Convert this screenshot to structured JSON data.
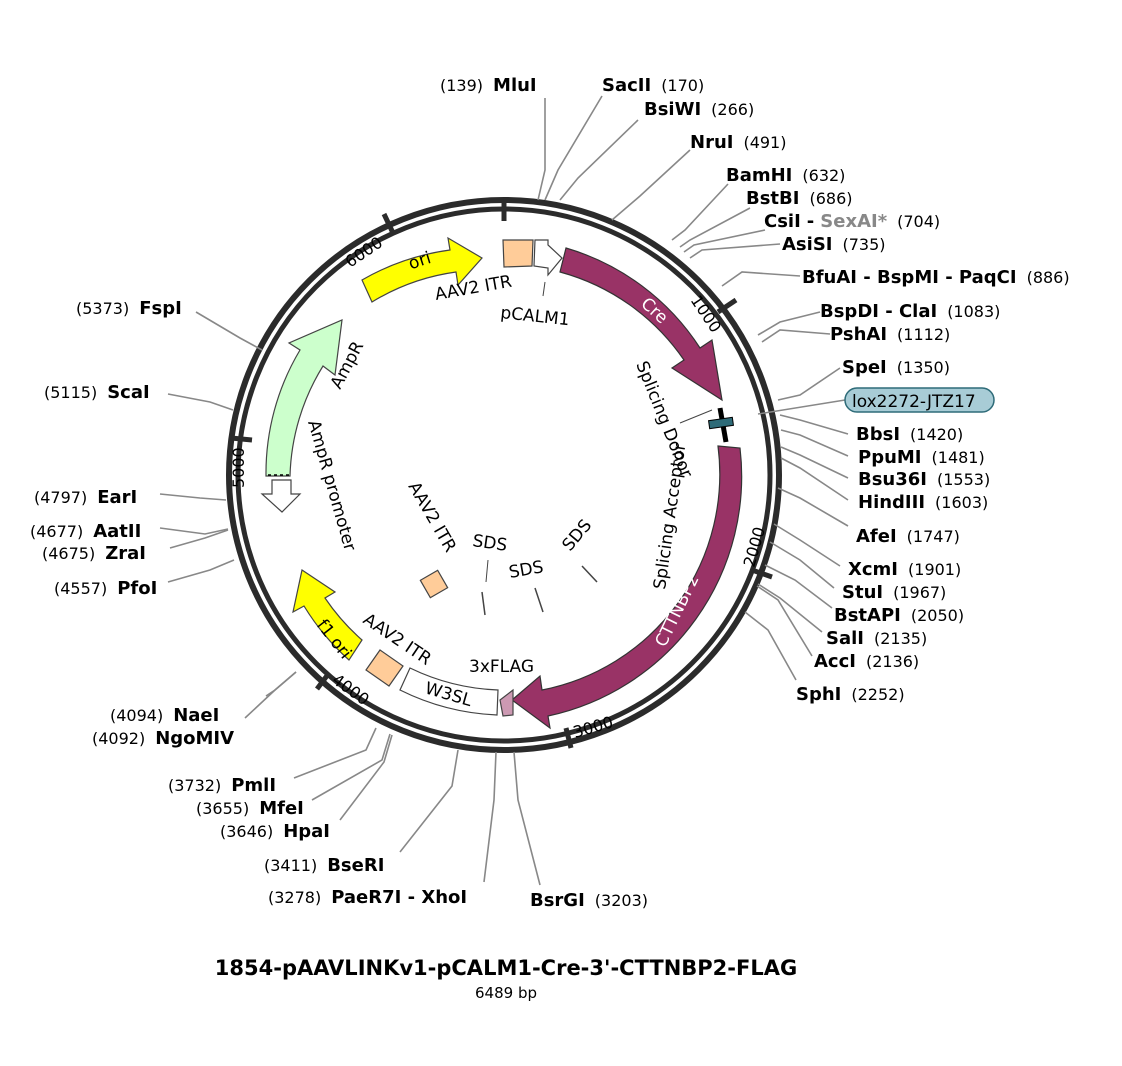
{
  "plasmid": {
    "name": "1854-pAAVLINKv1-pCALM1-Cre-3'-CTTNBP2-FLAG",
    "size_label": "6489 bp",
    "length": 6489
  },
  "ticks": [
    {
      "pos": 0,
      "label": ""
    },
    {
      "pos": 1000,
      "label": "1000"
    },
    {
      "pos": 2000,
      "label": "2000"
    },
    {
      "pos": 3000,
      "label": "3000"
    },
    {
      "pos": 4000,
      "label": "4000"
    },
    {
      "pos": 5000,
      "label": "5000"
    },
    {
      "pos": 6000,
      "label": "6000"
    }
  ],
  "features": [
    {
      "id": "ori",
      "label": "ori",
      "color": "#ffff00",
      "text_color": "#000000"
    },
    {
      "id": "aav2-itr-top",
      "label": "AAV2 ITR",
      "color": "#ffcc99"
    },
    {
      "id": "pcalm1",
      "label": "pCALM1",
      "color": "#ffffff"
    },
    {
      "id": "cre",
      "label": "Cre",
      "color": "#993366",
      "text_color": "#ffffff"
    },
    {
      "id": "lox2272",
      "label": "lox2272-JTZ17",
      "color": "#a8ccd6"
    },
    {
      "id": "splicing-donor",
      "label": "Splicing Donor"
    },
    {
      "id": "splicing-acceptor",
      "label": "Splicing Acceptor"
    },
    {
      "id": "cttnbp2",
      "label": "CTTNBP2",
      "color": "#993366",
      "text_color": "#ffffff"
    },
    {
      "id": "3xflag",
      "label": "3xFLAG",
      "color": "#cc99b2"
    },
    {
      "id": "w3sl",
      "label": "W3SL",
      "color": "#ffffff"
    },
    {
      "id": "aav2-itr-bottom",
      "label": "AAV2 ITR",
      "color": "#ffcc99"
    },
    {
      "id": "f1-ori",
      "label": "f1 ori",
      "color": "#ffff00"
    },
    {
      "id": "ampr-promoter",
      "label": "AmpR promoter",
      "color": "#ffffff"
    },
    {
      "id": "ampr",
      "label": "AmpR",
      "color": "#ccffcc"
    },
    {
      "id": "aav2-itr-inner",
      "label": "AAV2 ITR",
      "color": "#ffcc99"
    },
    {
      "id": "sds-1",
      "label": "SDS"
    },
    {
      "id": "sds-2",
      "label": "SDS"
    },
    {
      "id": "sds-3",
      "label": "SDS"
    }
  ],
  "sites": [
    {
      "name": "MluI",
      "pos": "(139)",
      "side": "left"
    },
    {
      "name": "SacII",
      "pos": "(170)",
      "side": "right"
    },
    {
      "name": "BsiWI",
      "pos": "(266)",
      "side": "right"
    },
    {
      "name": "NruI",
      "pos": "(491)",
      "side": "right"
    },
    {
      "name": "BamHI",
      "pos": "(632)",
      "side": "right"
    },
    {
      "name": "BstBI",
      "pos": "(686)",
      "side": "right"
    },
    {
      "name": "CsiI",
      "name2": "SexAI*",
      "pos": "(704)",
      "side": "right"
    },
    {
      "name": "AsiSI",
      "pos": "(735)",
      "side": "right"
    },
    {
      "name": "BfuAI - BspMI - PaqCI",
      "pos": "(886)",
      "side": "right"
    },
    {
      "name": "BspDI - ClaI",
      "pos": "(1083)",
      "side": "right"
    },
    {
      "name": "PshAI",
      "pos": "(1112)",
      "side": "right"
    },
    {
      "name": "SpeI",
      "pos": "(1350)",
      "side": "right"
    },
    {
      "name": "BbsI",
      "pos": "(1420)",
      "side": "right"
    },
    {
      "name": "PpuMI",
      "pos": "(1481)",
      "side": "right"
    },
    {
      "name": "Bsu36I",
      "pos": "(1553)",
      "side": "right"
    },
    {
      "name": "HindIII",
      "pos": "(1603)",
      "side": "right"
    },
    {
      "name": "AfeI",
      "pos": "(1747)",
      "side": "right"
    },
    {
      "name": "XcmI",
      "pos": "(1901)",
      "side": "right"
    },
    {
      "name": "StuI",
      "pos": "(1967)",
      "side": "right"
    },
    {
      "name": "BstAPI",
      "pos": "(2050)",
      "side": "right"
    },
    {
      "name": "SalI",
      "pos": "(2135)",
      "side": "right"
    },
    {
      "name": "AccI",
      "pos": "(2136)",
      "side": "right"
    },
    {
      "name": "SphI",
      "pos": "(2252)",
      "side": "right"
    },
    {
      "name": "BsrGI",
      "pos": "(3203)",
      "side": "right"
    },
    {
      "name": "PaeR7I - XhoI",
      "pos": "(3278)",
      "side": "left"
    },
    {
      "name": "BseRI",
      "pos": "(3411)",
      "side": "left"
    },
    {
      "name": "HpaI",
      "pos": "(3646)",
      "side": "left"
    },
    {
      "name": "MfeI",
      "pos": "(3655)",
      "side": "left"
    },
    {
      "name": "PmlI",
      "pos": "(3732)",
      "side": "left"
    },
    {
      "name": "NgoMIV",
      "pos": "(4092)",
      "side": "left"
    },
    {
      "name": "NaeI",
      "pos": "(4094)",
      "side": "left"
    },
    {
      "name": "PfoI",
      "pos": "(4557)",
      "side": "left"
    },
    {
      "name": "ZraI",
      "pos": "(4675)",
      "side": "left"
    },
    {
      "name": "AatII",
      "pos": "(4677)",
      "side": "left"
    },
    {
      "name": "EarI",
      "pos": "(4797)",
      "side": "left"
    },
    {
      "name": "ScaI",
      "pos": "(5115)",
      "side": "left"
    },
    {
      "name": "FspI",
      "pos": "(5373)",
      "side": "left"
    }
  ]
}
